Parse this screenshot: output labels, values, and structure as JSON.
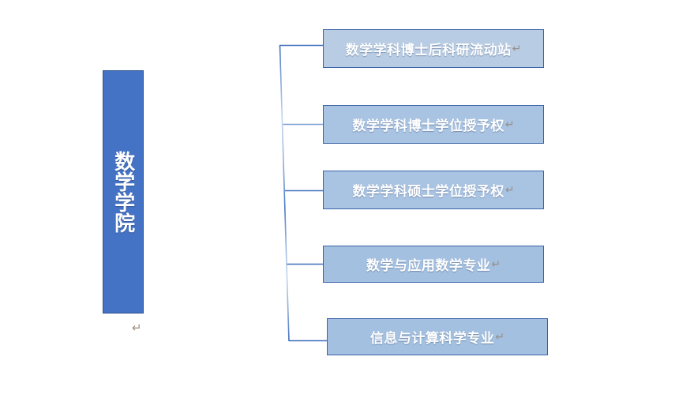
{
  "diagram": {
    "type": "org-chart",
    "orientation": "horizontal-left-root",
    "title_text": "数学学院",
    "background_color": "#ffffff",
    "root": {
      "label": "数学学院",
      "label_chars": "数\n学\n学\n院",
      "return_mark": "↵",
      "fill_color": "#4472c4",
      "border_color": "#2f528f",
      "text_color": "#ffffff",
      "orientation": "vertical"
    },
    "children": [
      {
        "id": "child-1",
        "label": "数学学科博士后科研流动站",
        "return_mark": "↵",
        "fill_color": "#b8cce4",
        "border_color": "#3a63a8",
        "text_color": "#ffffff"
      },
      {
        "id": "child-2",
        "label": "数学学科博士学位授予权",
        "return_mark": "↵",
        "fill_color": "#a9c3e2",
        "border_color": "#3a63a8",
        "text_color": "#ffffff"
      },
      {
        "id": "child-3",
        "label": "数学学科硕士学位授予权",
        "return_mark": "↵",
        "fill_color": "#a9c3e2",
        "border_color": "#3a63a8",
        "text_color": "#ffffff"
      },
      {
        "id": "child-4",
        "label": "数学与应用数学专业",
        "return_mark": "↵",
        "fill_color": "#a3c0e0",
        "border_color": "#3a63a8",
        "text_color": "#ffffff"
      },
      {
        "id": "child-5",
        "label": "信息与计算科学专业",
        "return_mark": "↵",
        "fill_color": "#a3c0e0",
        "border_color": "#3a63a8",
        "text_color": "#ffffff"
      }
    ],
    "connector": {
      "line_color": "#3f6fbd",
      "line_width": 1.4,
      "style": "elbow"
    }
  }
}
